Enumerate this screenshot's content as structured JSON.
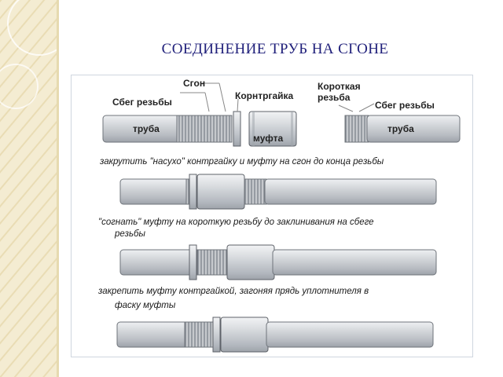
{
  "slide": {
    "title": "СОЕДИНЕНИЕ ТРУБ НА СГОНЕ"
  },
  "diagram": {
    "labels": {
      "sgon": "Сгон",
      "runout_left": "Сбег резьбы",
      "locknut": "Корнтргайка",
      "short_thread_1": "Короткая",
      "short_thread_2": "резьба",
      "runout_right": "Сбег резьбы",
      "pipe_left": "труба",
      "coupling": "муфта",
      "pipe_right": "труба"
    },
    "steps": [
      {
        "lines": [
          "закрутить \"насухо\" контргайку и муфту на сгон до конца резьбы"
        ]
      },
      {
        "lines": [
          "\"согнать\" муфту на короткую резьбу до заклинивания на сбеге",
          "резьбы"
        ]
      },
      {
        "lines": [
          "закрепить муфту контргайкой, загоняя прядь уплотнителя в",
          "фаску муфты"
        ]
      }
    ]
  },
  "colors": {
    "accent_title": "#1f1f7a",
    "strip": "#f4ecd2",
    "pipe": "#c9ccd1",
    "leader": "#888888"
  }
}
